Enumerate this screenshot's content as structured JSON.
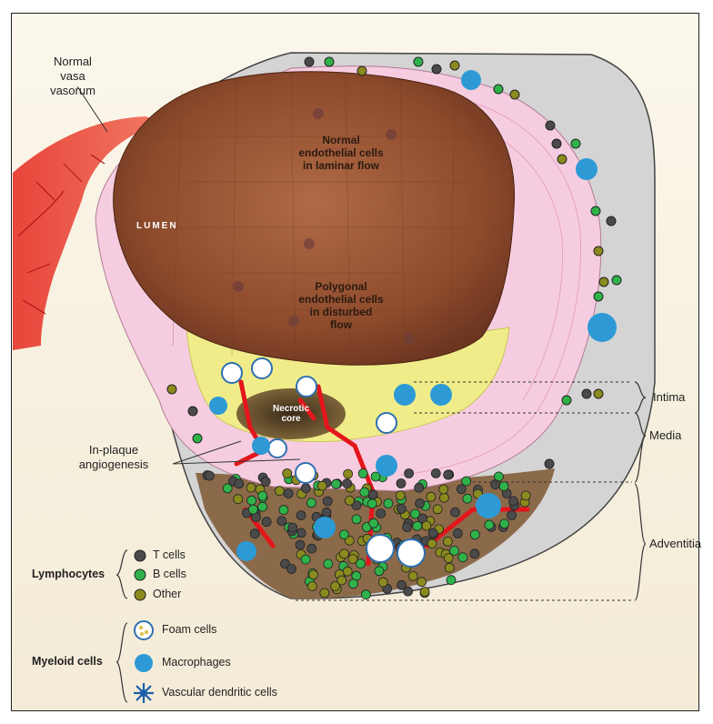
{
  "labels": {
    "normal_vasa_vasorum": [
      "Normal",
      "vasa",
      "vasorum"
    ],
    "lumen": "LUMEN",
    "normal_endothelial": [
      "Normal",
      "endothelial cells",
      "in laminar flow"
    ],
    "polygonal_endothelial": [
      "Polygonal",
      "endothelial cells",
      "in disturbed",
      "flow"
    ],
    "necrotic_core": [
      "Necrotic",
      "core"
    ],
    "in_plaque_angiogenesis": [
      "In-plaque",
      "angiogenesis"
    ]
  },
  "layers": [
    "Intima",
    "Media",
    "Adventitia"
  ],
  "legend": {
    "lymphocytes": {
      "title": "Lymphocytes",
      "items": [
        {
          "label": "T cells",
          "color": "#4a4a4a"
        },
        {
          "label": "B cells",
          "color": "#2fb24a"
        },
        {
          "label": "Other",
          "color": "#8a8a1e"
        }
      ]
    },
    "myeloid": {
      "title": "Myeloid cells",
      "items": [
        {
          "label": "Foam cells",
          "icon": "foam-cell-icon"
        },
        {
          "label": "Macrophages",
          "icon": "macrophage-icon"
        },
        {
          "label": "Vascular dendritic cells",
          "icon": "dendritic-cell-icon"
        }
      ]
    }
  },
  "colors": {
    "lumen": "#8a4a2a",
    "media_pink": "#f3c7dc",
    "adventitia_gray": "#cfcfcf",
    "vessel_red": "#e83a2e",
    "intima_yellow": "#f0ee8c"
  }
}
